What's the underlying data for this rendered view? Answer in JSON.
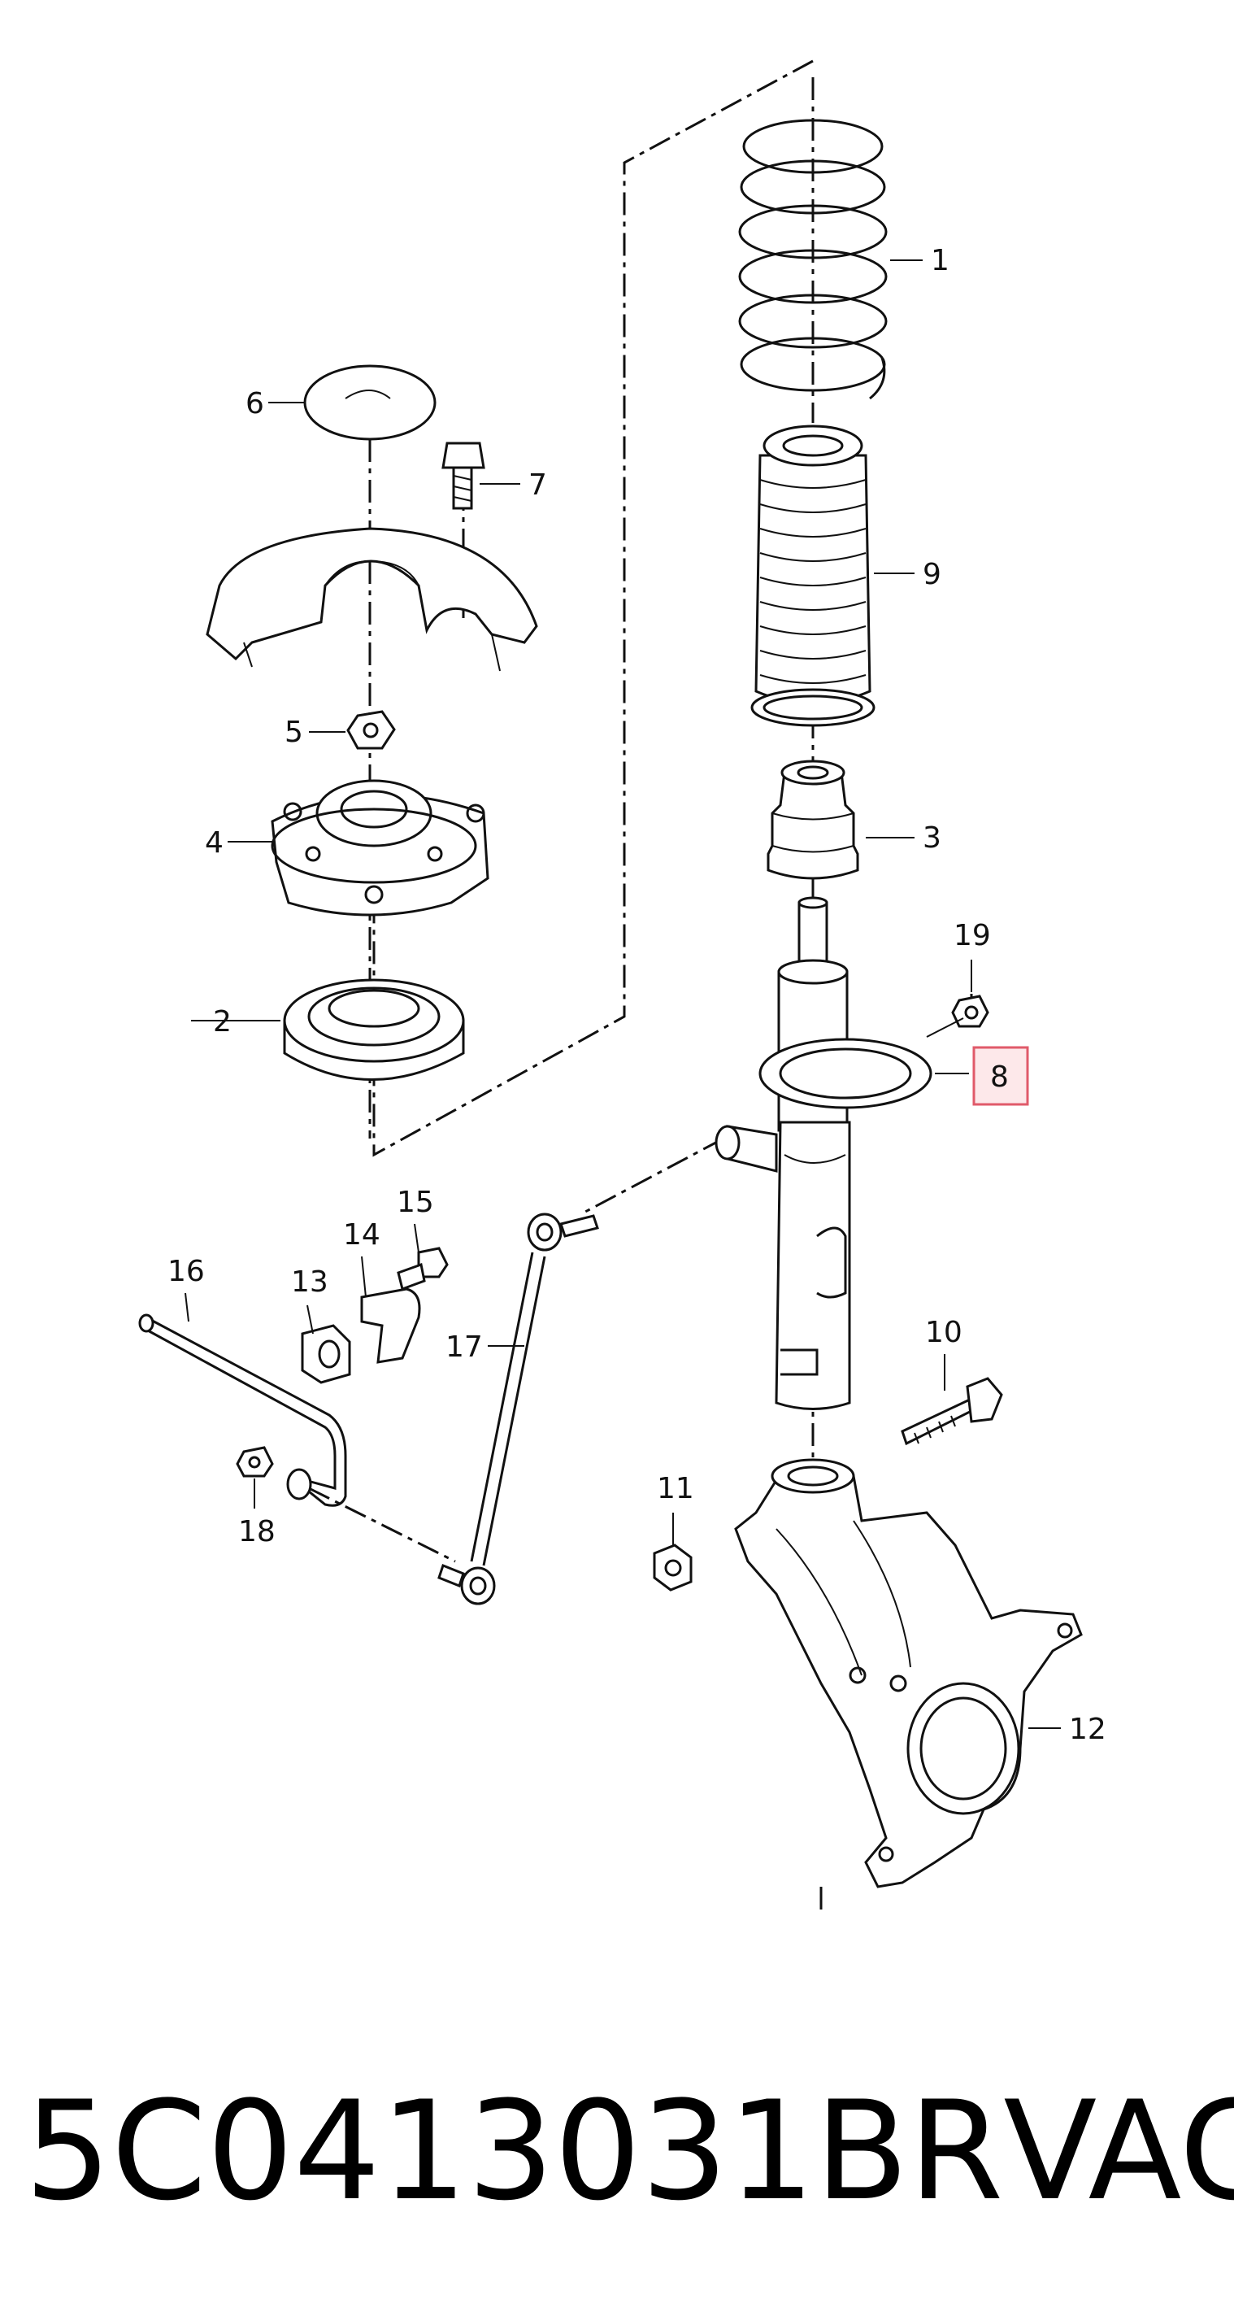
{
  "diagram": {
    "parts": [
      {
        "number": "1",
        "item": "coil-spring"
      },
      {
        "number": "2",
        "item": "strut-bearing"
      },
      {
        "number": "3",
        "item": "bump-stop"
      },
      {
        "number": "4",
        "item": "strut-mount"
      },
      {
        "number": "5",
        "item": "mount-nut"
      },
      {
        "number": "6",
        "item": "mount-cap"
      },
      {
        "number": "7",
        "item": "bolt"
      },
      {
        "number": "8",
        "item": "shock-absorber",
        "highlighted": true
      },
      {
        "number": "9",
        "item": "dust-boot"
      },
      {
        "number": "10",
        "item": "pinch-bolt"
      },
      {
        "number": "11",
        "item": "pinch-bolt-nut"
      },
      {
        "number": "12",
        "item": "steering-knuckle"
      },
      {
        "number": "13",
        "item": "stabilizer-bushing"
      },
      {
        "number": "14",
        "item": "bushing-clamp"
      },
      {
        "number": "15",
        "item": "clamp-bolt"
      },
      {
        "number": "16",
        "item": "stabilizer-bar"
      },
      {
        "number": "17",
        "item": "stabilizer-link"
      },
      {
        "number": "18",
        "item": "link-nut"
      },
      {
        "number": "19",
        "item": "link-upper-nut"
      }
    ],
    "highlight_color": "#e05a6a"
  },
  "footer": {
    "part_number": "5C0413031BR",
    "brand": "VAG"
  }
}
